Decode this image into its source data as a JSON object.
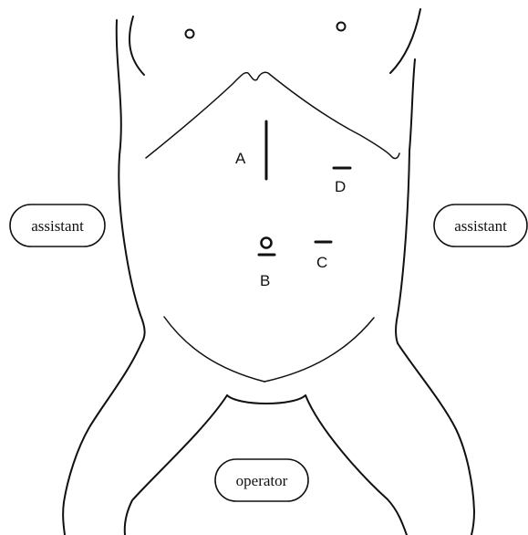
{
  "labels": {
    "incision_a": "A",
    "port_b": "B",
    "incision_c": "C",
    "incision_d": "D",
    "assistant_left": "assistant",
    "assistant_right": "assistant",
    "operator": "operator"
  }
}
